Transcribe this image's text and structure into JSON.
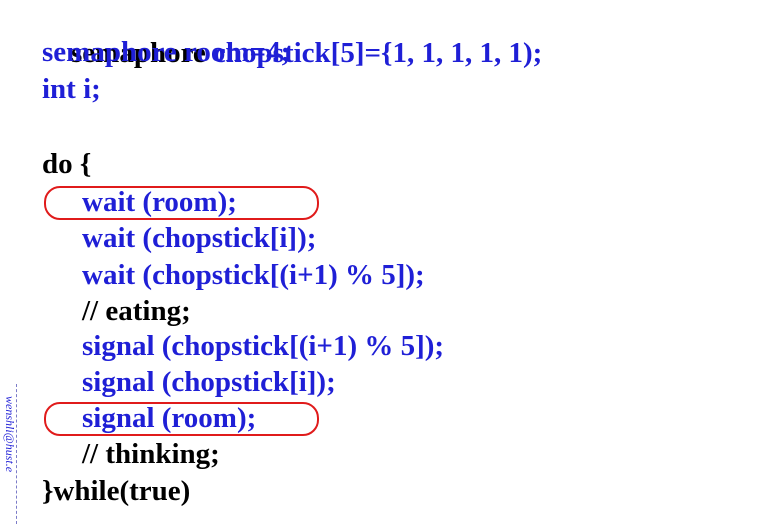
{
  "code": {
    "line1_kw": "semaphore ",
    "line1_rest": "chopstick[5]={1, 1, 1, 1, 1);",
    "line2": "semaphore room=4;",
    "line3": "int i;",
    "line4": "do {",
    "line5": "wait (room);",
    "line6": "wait (chopstick[i]);",
    "line7": "wait (chopstick[(i+1) % 5]);",
    "line8": "// eating;",
    "line9": "signal (chopstick[(i+1) % 5]);",
    "line10": "signal (chopstick[i]);",
    "line11": "signal (room);",
    "line12": "// thinking;",
    "line13": "}while(true)"
  },
  "side_watermark": "wenshli@hust.e",
  "colors": {
    "keyword": "#000000",
    "code_blue": "#1f1fd6",
    "highlight": "#e01b1b"
  }
}
